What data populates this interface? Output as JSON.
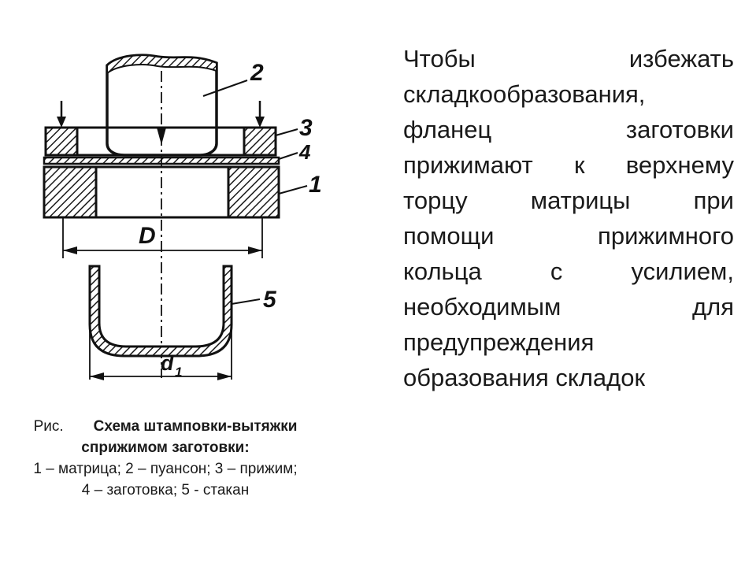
{
  "diagram": {
    "labels": {
      "punch": "2",
      "holder": "3",
      "blank": "4",
      "die": "1",
      "cup": "5",
      "die_diameter": "D",
      "cup_diameter": "d",
      "cup_diameter_sub": "1"
    }
  },
  "caption": {
    "prefix": "Рис.",
    "title": "Схема штамповки-вытяжки сприжимом заготовки:",
    "legend": "1 – матрица; 2 – пуансон; 3 – прижим; 4 – заготовка; 5 - стакан"
  },
  "body_text": {
    "lines": [
      "Чтобы избежать",
      "складкообразования,",
      "фланец заготовки",
      "прижимают к верхнему",
      "торцу матрицы при",
      "помощи прижимного",
      "кольца с усилием,",
      "необходимым для",
      "предупреждения",
      "образования складок"
    ]
  }
}
